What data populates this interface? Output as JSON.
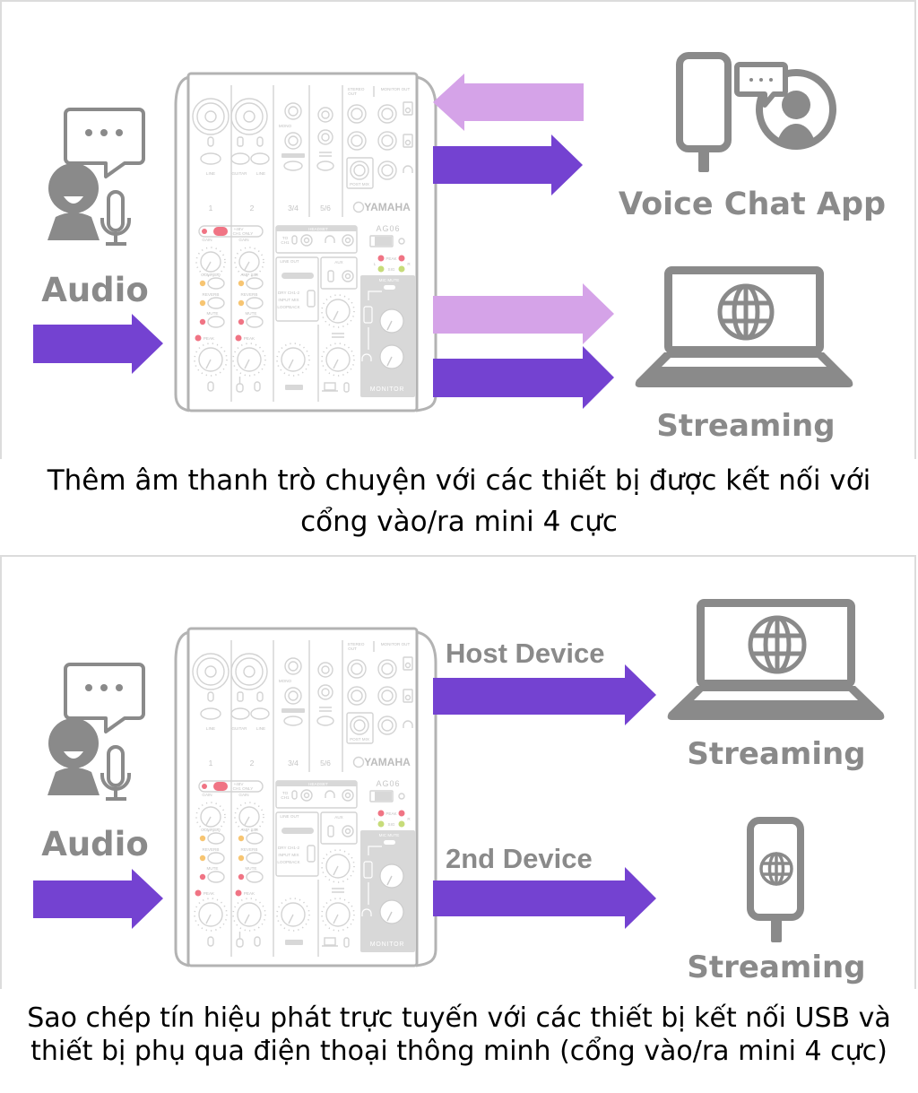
{
  "colors": {
    "arrow_dark": "#7442D1",
    "arrow_light": "#D5A3E8",
    "icon_gray": "#8A8A8A",
    "caption_text": "#000000",
    "panel_border": "#DCDCDC"
  },
  "icons": {
    "speaker": "speaking-person-icon",
    "speech": "speech-bubble-icon",
    "mic": "microphone-icon",
    "phone": "smartphone-icon",
    "chat_user": "chat-user-icon",
    "laptop": "laptop-icon",
    "globe": "globe-icon",
    "mixer": "yamaha-ag06-mixer"
  },
  "panels": [
    {
      "audio_label": "Audio",
      "voice_chat_label": "Voice Chat App",
      "streaming_label": "Streaming",
      "caption": [
        "Thêm âm thanh trò chuyện với các thiết bị được kết nối với",
        "cổng vào/ra mini 4 cực"
      ]
    },
    {
      "audio_label": "Audio",
      "host_device_label": "Host Device",
      "host_streaming_label": "Streaming",
      "second_device_label": "2nd Device",
      "second_streaming_label": "Streaming",
      "caption": [
        "Sao chép tín hiệu phát trực tuyến với các thiết bị kết nối USB và",
        "thiết bị phụ qua điện thoại thông minh (cổng vào/ra mini 4 cực)"
      ]
    }
  ],
  "mixer": {
    "brand": "YAMAHA",
    "model": "AG06",
    "channels": [
      "1",
      "2",
      "3/4",
      "5/6"
    ],
    "stereo_out": [
      "STEREO",
      "OUT"
    ],
    "monitor_out": "MONITOR OUT",
    "post_mix": "POST MIX",
    "mono": "MONO",
    "input_labels": [
      "LINE",
      "GUITAR",
      "LINE"
    ],
    "phantom": [
      "+48V",
      "CH1 ONLY"
    ],
    "gain": "GAIN",
    "ch1_buttons": [
      "COMP/EQ",
      "REVERB",
      "MUTE"
    ],
    "ch2_buttons": [
      "AMP SIM",
      "REVERB",
      "MUTE"
    ],
    "peak": "PEAK",
    "sig": "SIG",
    "headset": "HEADSET",
    "to_ch1": [
      "TO",
      "CH1"
    ],
    "line_out": "LINE OUT",
    "aux": "AUX",
    "loopback_modes": [
      "DRY CH1-2",
      "INPUT MIX",
      "LOOPBACK"
    ],
    "mic_mute": "MIC MUTE",
    "monitor": "MONITOR",
    "lr": [
      "L",
      "R"
    ]
  }
}
